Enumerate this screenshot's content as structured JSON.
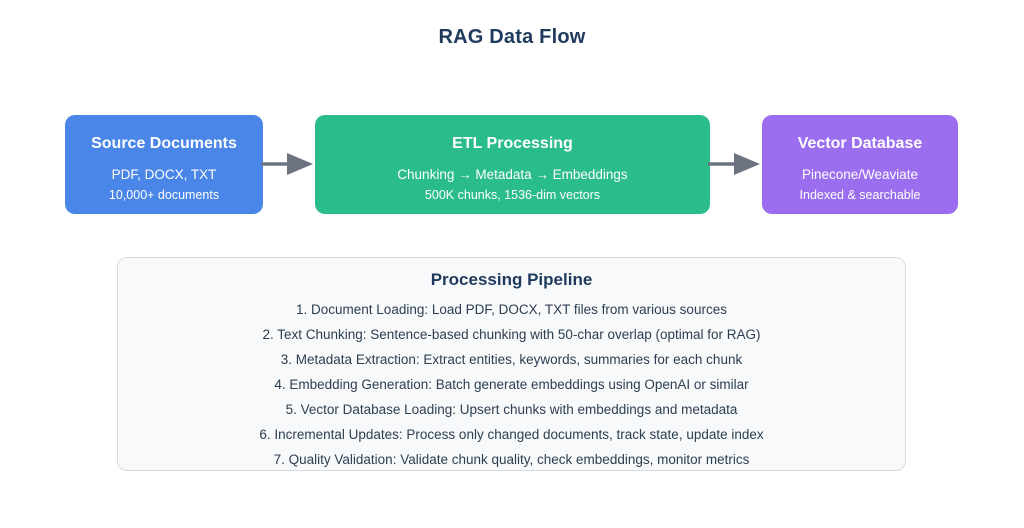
{
  "title": "RAG Data Flow",
  "colors": {
    "background": "#ffffff",
    "heading": "#1f3a5c",
    "body_text": "#2c3e50",
    "arrow": "#6b7280",
    "panel_bg": "#f8f9fb",
    "panel_border": "#d7dbe0"
  },
  "flow": {
    "nodes": [
      {
        "id": "source-documents",
        "title": "Source Documents",
        "line1": "PDF, DOCX, TXT",
        "line2": "10,000+ documents",
        "color": "#4a86e8"
      },
      {
        "id": "etl-processing",
        "title": "ETL Processing",
        "line1": "Chunking → Metadata → Embeddings",
        "line2": "500K chunks, 1536-dim vectors",
        "color": "#2abd8a"
      },
      {
        "id": "vector-database",
        "title": "Vector Database",
        "line1": "Pinecone/Weaviate",
        "line2": "Indexed & searchable",
        "color": "#9b6ef0"
      }
    ]
  },
  "pipeline": {
    "title": "Processing Pipeline",
    "steps": [
      "1. Document Loading: Load PDF, DOCX, TXT files from various sources",
      "2. Text Chunking: Sentence-based chunking with 50-char overlap (optimal for RAG)",
      "3. Metadata Extraction: Extract entities, keywords, summaries for each chunk",
      "4. Embedding Generation: Batch generate embeddings using OpenAI or similar",
      "5. Vector Database Loading: Upsert chunks with embeddings and metadata",
      "6. Incremental Updates: Process only changed documents, track state, update index",
      "7. Quality Validation: Validate chunk quality, check embeddings, monitor metrics"
    ]
  }
}
